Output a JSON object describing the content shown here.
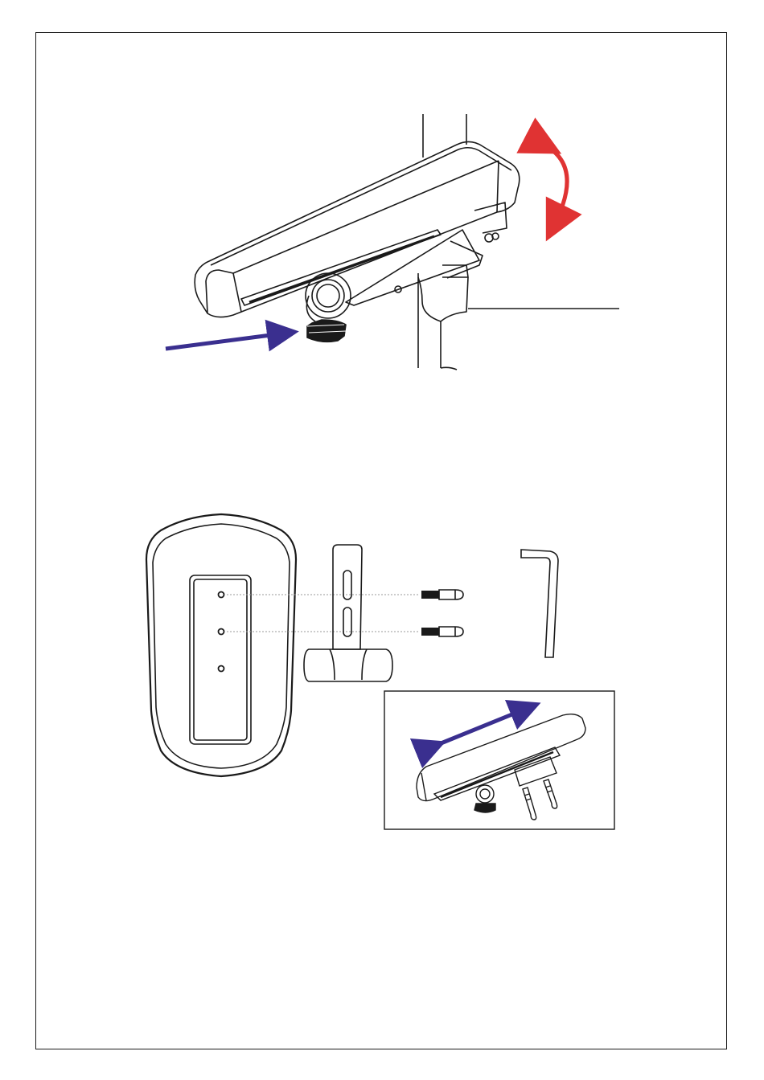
{
  "document": {
    "type": "assembly-instructions",
    "text": []
  },
  "figures": [
    {
      "name": "armrest-angle-adjustment",
      "parts": [
        "armrest-pad",
        "armrest-rail",
        "tilt-knob",
        "chair-post"
      ],
      "indicators": [
        {
          "icon": "tilt-arrow-icon",
          "meaning": "rotate",
          "color": "#e03333"
        },
        {
          "icon": "pointer-arrow-icon",
          "meaning": "point-to-knob",
          "color": "#3a2f8f"
        }
      ]
    },
    {
      "name": "armrest-pad-mounting",
      "parts": [
        "armrest-pad-underside",
        "mounting-bracket",
        "screw",
        "screw",
        "hex-key"
      ],
      "pad_holes": 3,
      "bracket_slots": 2,
      "screws": 2
    },
    {
      "name": "armrest-slide-detail",
      "indicators": [
        {
          "icon": "slide-arrow-icon",
          "meaning": "slide-forward-back",
          "color": "#3a2f8f"
        }
      ]
    }
  ],
  "colors": {
    "line": "#1a1a1a",
    "red_arrow": "#e03333",
    "blue_arrow": "#3a2f8f",
    "background": "#ffffff"
  }
}
